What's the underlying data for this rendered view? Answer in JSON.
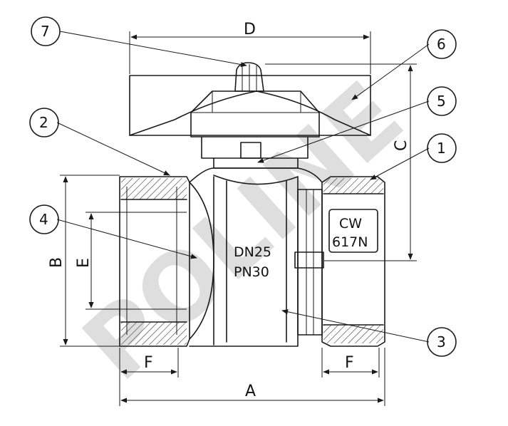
{
  "watermark": "POLINE",
  "body_marking": {
    "line1": "DN25",
    "line2": "PN30"
  },
  "nut_marking": {
    "line1": "CW",
    "line2": "617N"
  },
  "dimensions": {
    "A": "A",
    "B": "B",
    "C": "C",
    "D": "D",
    "E": "E",
    "F_left": "F",
    "F_right": "F"
  },
  "callouts": [
    "1",
    "2",
    "3",
    "4",
    "5",
    "6",
    "7"
  ],
  "colors": {
    "line": "#1a1a1a",
    "hatch": "#444444",
    "watermark": "#d9d9d9",
    "background": "#ffffff"
  }
}
